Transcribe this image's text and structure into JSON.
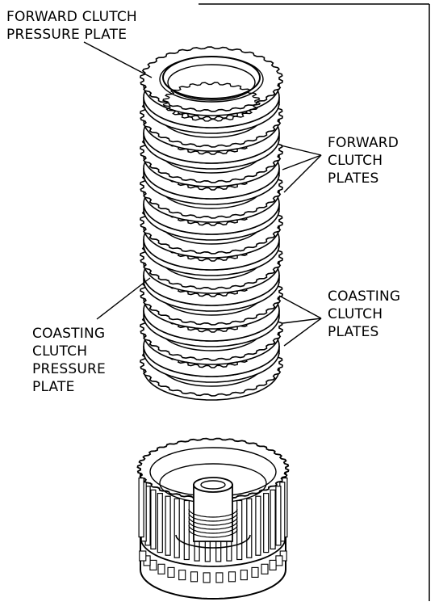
{
  "labels": {
    "forward_clutch_pressure_plate": [
      "FORWARD CLUTCH",
      "PRESSURE PLATE"
    ],
    "forward_clutch_plates": [
      "FORWARD",
      "CLUTCH",
      "PLATES"
    ],
    "coasting_clutch_plates": [
      "COASTING",
      "CLUTCH",
      "PLATES"
    ],
    "coasting_clutch_pressure_plate": [
      "COASTING",
      "CLUTCH",
      "PRESSURE",
      "PLATE"
    ]
  },
  "colors": {
    "ink": "#000000",
    "paper": "#ffffff"
  }
}
